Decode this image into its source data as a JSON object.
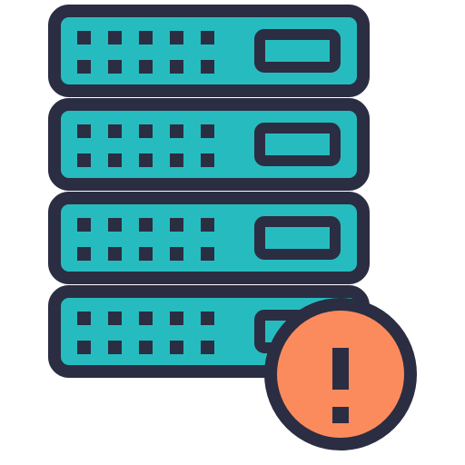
{
  "icon": {
    "name": "server-warning-icon",
    "depicts": "server-rack-with-warning-badge",
    "units": 4,
    "indicator_rows_per_unit": 2,
    "indicators_per_row": 5,
    "badge_icon": "exclamation-mark-icon"
  },
  "colors": {
    "outline": "#2b2d42",
    "unit_fill": "#26bcbf",
    "badge_fill": "#fb8b5d",
    "background": "#ffffff"
  }
}
